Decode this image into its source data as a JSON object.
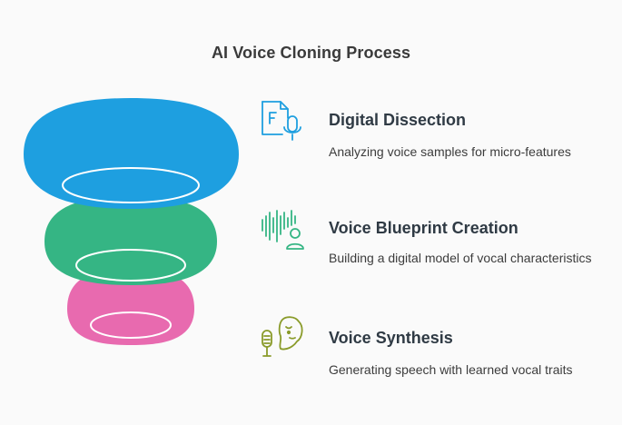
{
  "title": "AI Voice Cloning Process",
  "colors": {
    "top_layer": "#1e9fe0",
    "middle_layer": "#35b584",
    "bottom_layer": "#e86aaf",
    "icon_blue": "#1e9fe0",
    "icon_green": "#35b584",
    "icon_olive": "#8a9b2a",
    "text_dark": "#2f3a44"
  },
  "steps": [
    {
      "title": "Digital Dissection",
      "description": "Analyzing voice samples for micro-features",
      "icon": "document-microphone-icon"
    },
    {
      "title": "Voice Blueprint Creation",
      "description": "Building a digital model of vocal characteristics",
      "icon": "soundwave-person-icon"
    },
    {
      "title": "Voice Synthesis",
      "description": "Generating speech with learned vocal traits",
      "icon": "microphone-face-icon"
    }
  ]
}
